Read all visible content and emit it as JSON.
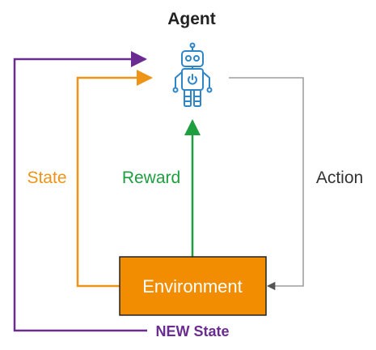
{
  "agent": {
    "label": "Agent",
    "icon": "robot-icon"
  },
  "environment": {
    "label": "Environment"
  },
  "edges": {
    "state": "State",
    "reward": "Reward",
    "action": "Action",
    "new_state": "NEW State"
  },
  "colors": {
    "state": "#ED9417",
    "reward": "#1E9E3E",
    "action": "#808080",
    "new_state": "#6B2C91",
    "environment_fill": "#F28C00",
    "environment_border": "#222222",
    "robot": "#2E86C9",
    "text": "#222222"
  }
}
